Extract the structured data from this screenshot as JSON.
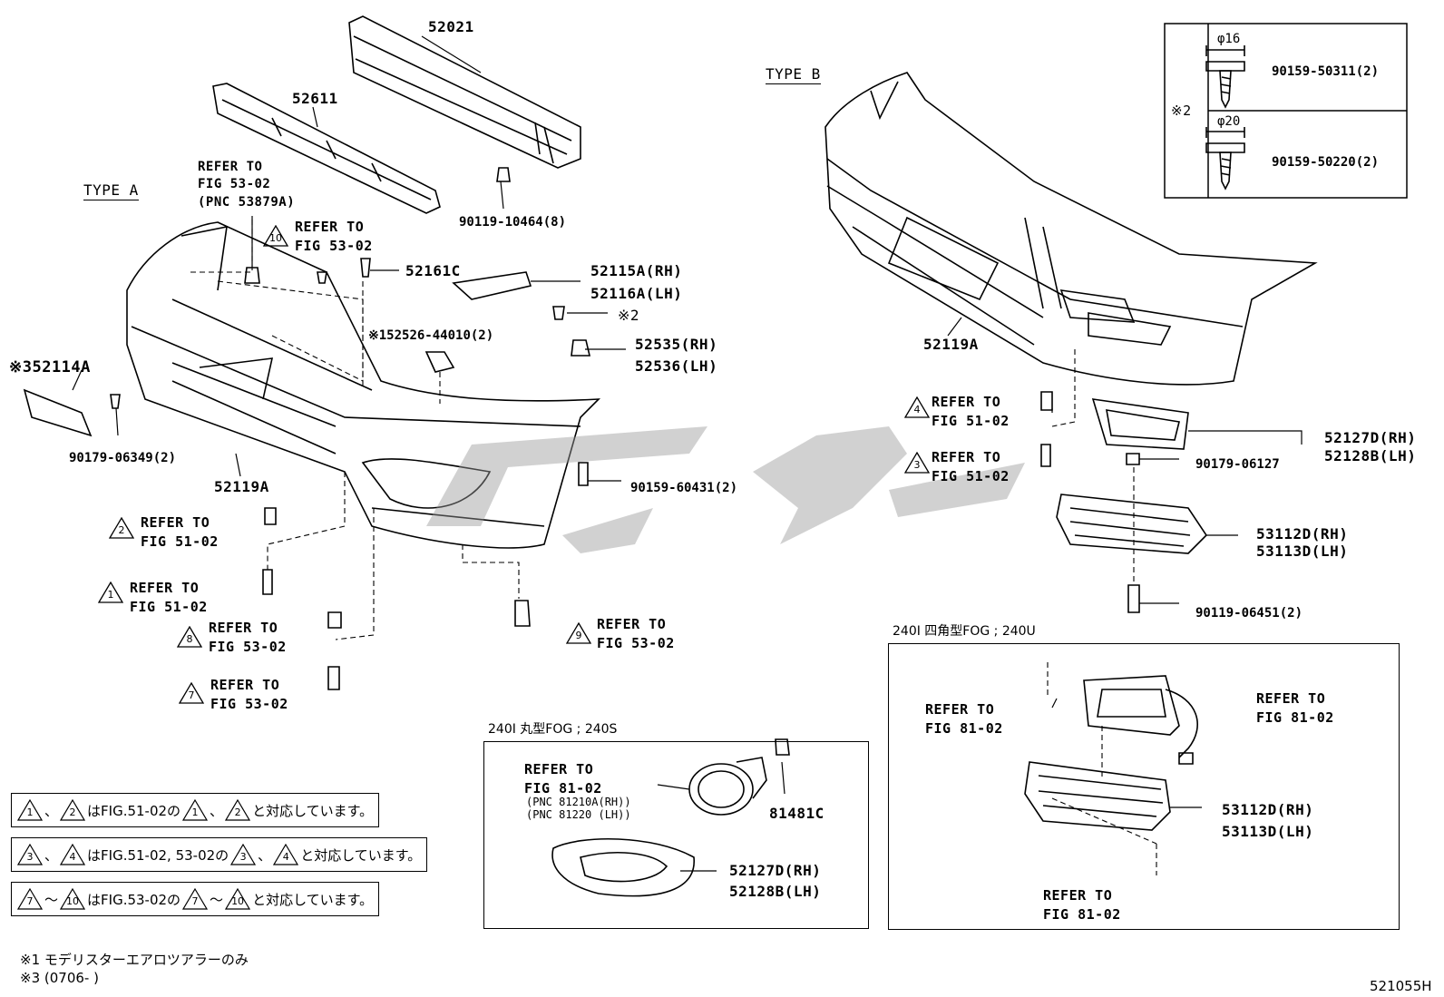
{
  "type_labels": {
    "type_a": "TYPE A",
    "type_b": "TYPE B"
  },
  "parts": {
    "p52021": "52021",
    "p52611": "52611",
    "p90119_10464": "90119-10464(8)",
    "p52161c": "52161C",
    "p52115a": "52115A(RH)",
    "p52116a": "52116A(LH)",
    "star2_small": "※2",
    "p152526": "※152526-44010(2)",
    "p52535": "52535(RH)",
    "p52536": "52536(LH)",
    "p52114a": "※352114A",
    "p90179_06349": "90179-06349(2)",
    "p52119a_left": "52119A",
    "p90159_60431": "90159-60431(2)",
    "p52119a_right": "52119A",
    "p52127d_right": "52127D(RH)",
    "p52128b_right": "52128B(LH)",
    "p90179_06127": "90179-06127",
    "p53112d_right": "53112D(RH)",
    "p53113d_right": "53113D(LH)",
    "p90119_06451": "90119-06451(2)",
    "p81481c": "81481C",
    "p52127d_fog": "52127D(RH)",
    "p52128b_fog": "52128B(LH)",
    "p53112d_fog": "53112D(RH)",
    "p53113d_fog": "53113D(LH)"
  },
  "refers": {
    "refer_53_02_pnc": [
      "REFER TO",
      "FIG 53-02",
      "(PNC 53879A)"
    ],
    "refer10": [
      "REFER TO",
      "FIG 53-02"
    ],
    "refer2": [
      "REFER TO",
      "FIG 51-02"
    ],
    "refer1": [
      "REFER TO",
      "FIG 51-02"
    ],
    "refer8": [
      "REFER TO",
      "FIG 53-02"
    ],
    "refer7": [
      "REFER TO",
      "FIG 53-02"
    ],
    "refer9": [
      "REFER TO",
      "FIG 53-02"
    ],
    "refer4": [
      "REFER TO",
      "FIG 51-02"
    ],
    "refer3": [
      "REFER TO",
      "FIG 51-02"
    ],
    "refer_fog_round": [
      "REFER TO",
      "FIG 81-02"
    ],
    "pnc_fog_round": [
      "(PNC 81210A(RH))",
      "(PNC 81220 (LH))"
    ],
    "refer_fog_sq_left": [
      "REFER TO",
      "FIG 81-02"
    ],
    "refer_fog_sq_right": [
      "REFER TO",
      "FIG 81-02"
    ],
    "refer_fog_sq_bottom": [
      "REFER TO",
      "FIG 81-02"
    ]
  },
  "triangles": {
    "t1": "1",
    "t2": "2",
    "t3": "3",
    "t4": "4",
    "t7": "7",
    "t8": "8",
    "t9": "9",
    "t10": "10"
  },
  "inset": {
    "star": "※2",
    "d16": "φ16",
    "d20": "φ20",
    "part1": "90159-50311(2)",
    "part2": "90159-50220(2)"
  },
  "boxes": {
    "round_fog_title": "240I 丸型FOG ; 240S",
    "square_fog_title": "240I 四角型FOG ; 240U"
  },
  "notes": {
    "n1": {
      "a": "1",
      "sep1": "、",
      "b": "2",
      "mid": "はFIG.51-02の",
      "c": "1",
      "sep2": "、",
      "d": "2",
      "end": "と対応しています。"
    },
    "n2": {
      "a": "3",
      "sep1": "、",
      "b": "4",
      "mid": "はFIG.51-02, 53-02の",
      "c": "3",
      "sep2": "、",
      "d": "4",
      "end": "と対応しています。"
    },
    "n3": {
      "a": "7",
      "sep1": "～",
      "b": "10",
      "mid": "はFIG.53-02の",
      "c": "7",
      "sep2": "～",
      "d": "10",
      "end": "と対応しています。"
    }
  },
  "footnotes": {
    "f1": "※1 モデリスターエアロツアラーのみ",
    "f3": "※3 (0706-     )"
  },
  "figure_id": "521055H"
}
